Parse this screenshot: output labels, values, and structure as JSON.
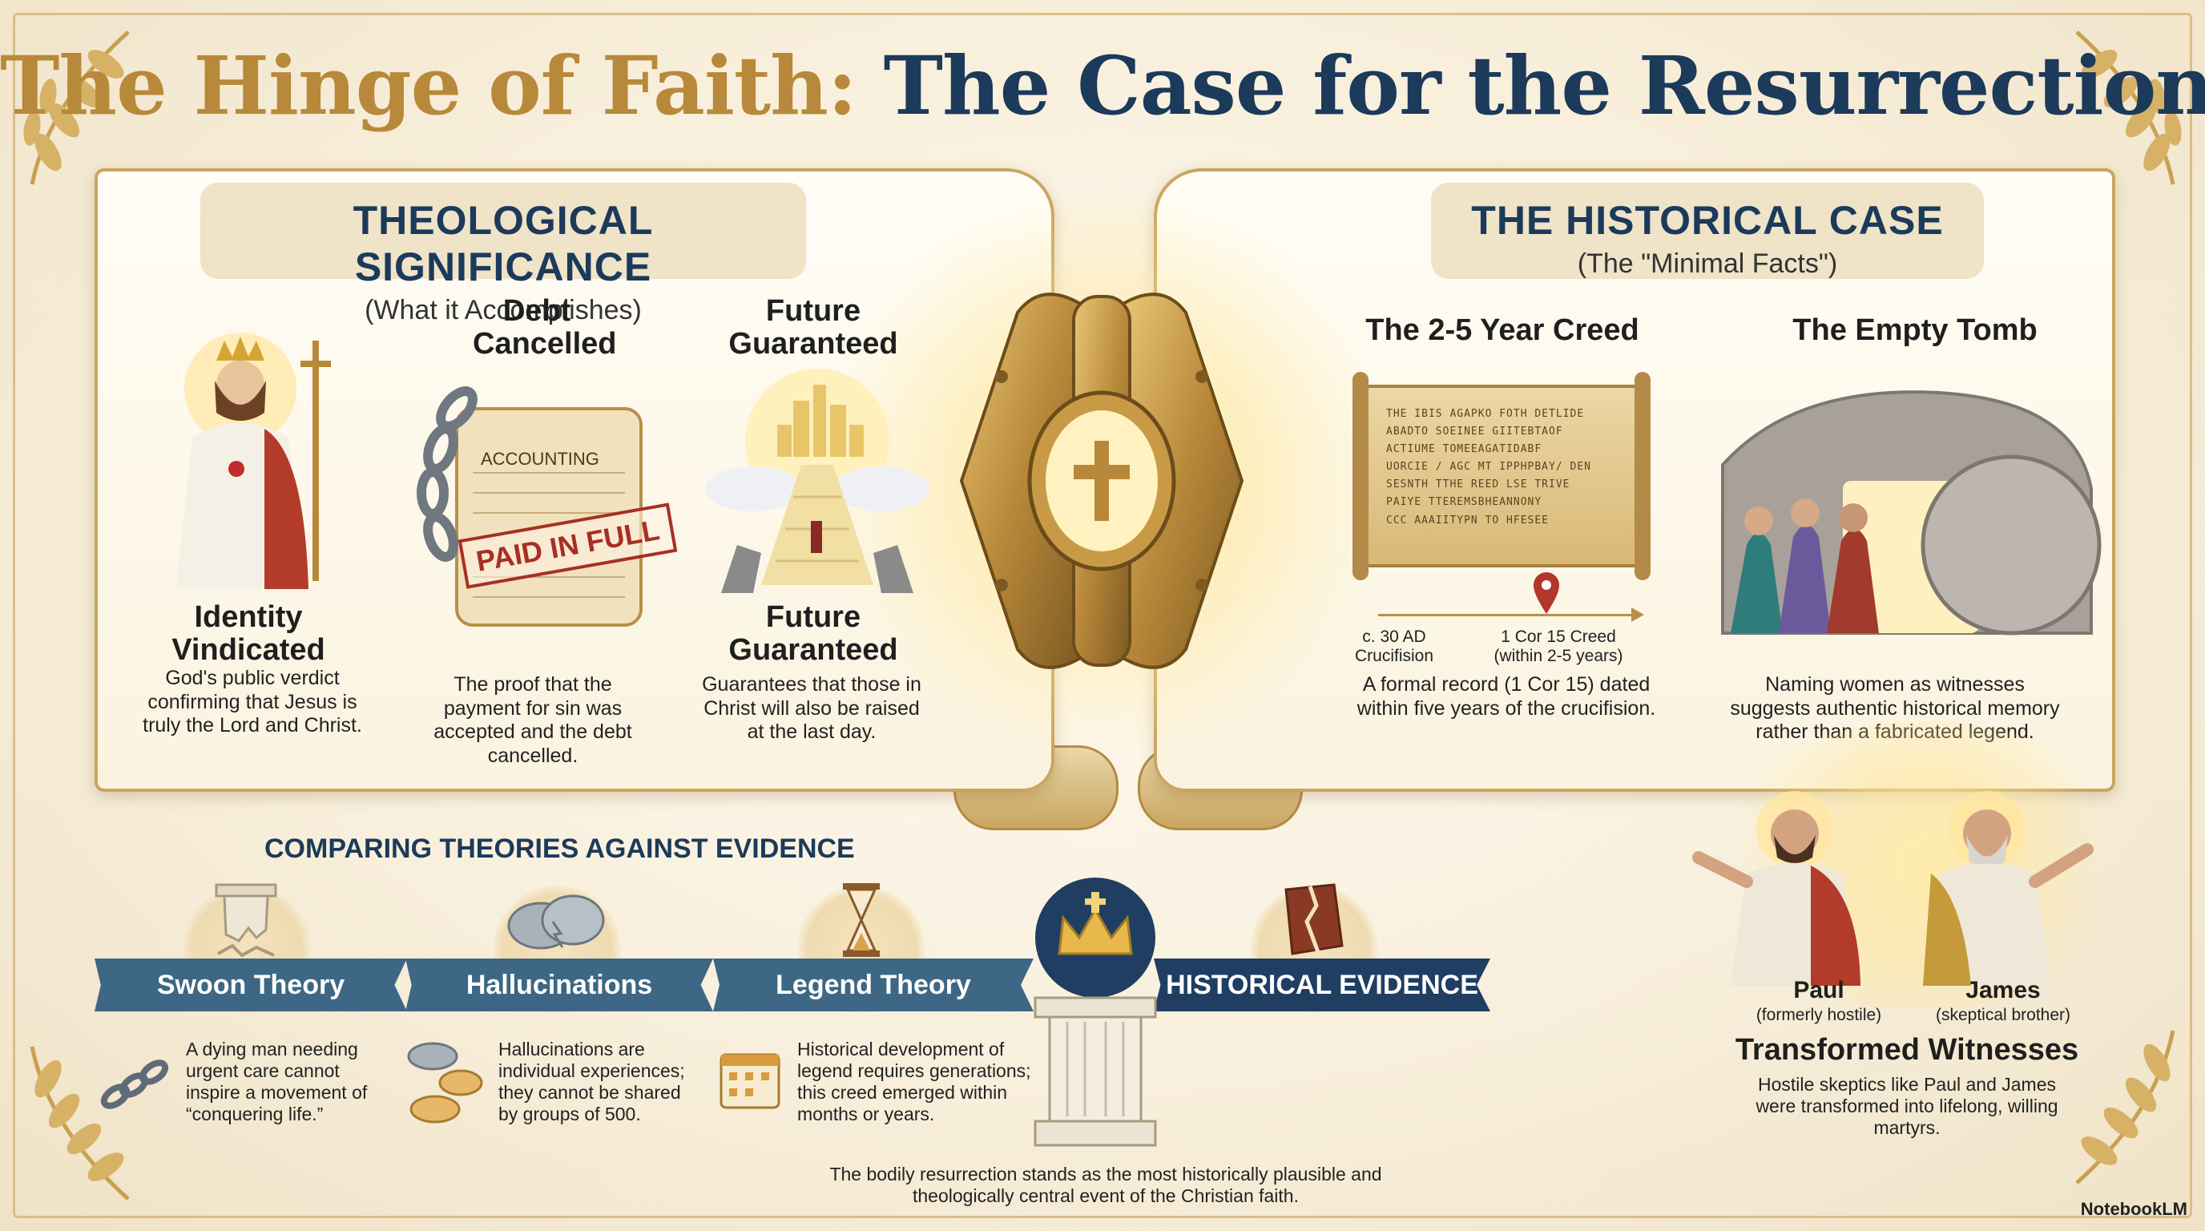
{
  "title": {
    "part1": "The Hinge of Faith:",
    "part2": "The Case for the Resurrection"
  },
  "left_page": {
    "header": "THEOLOGICAL SIGNIFICANCE",
    "subheader": "(What it Accomplishes)",
    "items": [
      {
        "title": "Identity Vindicated",
        "body": "God's public verdict confirming that Jesus is truly the Lord and Christ."
      },
      {
        "title": "Debt Cancelled",
        "body": "The proof that the payment for sin was accepted and the debt cancelled."
      },
      {
        "title": "Future Guaranteed",
        "body": "Guarantees that those in Christ will also be raised at the last day."
      }
    ],
    "ledger_title": "ACCOUNTING",
    "stamp": "PAID IN FULL"
  },
  "right_page": {
    "header": "THE HISTORICAL CASE",
    "subheader": "(The \"Minimal Facts\")",
    "creed": {
      "title": "The 2-5 Year Creed",
      "scroll_lines": [
        "THE IBIS AGAPKO FOTH DETLIDE",
        "ABADTO SOEINEE GIITEBTAOF",
        "ACTIUME TOMEEAGATIDABF",
        "UORCIE / AGC MT IPPHPBAY/ DEN",
        "SESNTH TTHE REED LSE TRIVE",
        "PAIYE TTEREMSBHEANNONY",
        "CCC AAAIITYPN TO HFESEE"
      ],
      "timeline_start": "c. 30 AD",
      "timeline_start_label": "Crucifision",
      "timeline_end": "1 Cor 15 Creed",
      "timeline_end_label": "(within 2-5 years)",
      "body": "A formal record (1 Cor 15) dated within five years of the crucifision."
    },
    "tomb": {
      "title": "The Empty Tomb",
      "body": "Naming women as witnesses suggests authentic historical memory rather than a fabricated legend."
    }
  },
  "theories": {
    "header": "COMPARING THEORIES AGAINST EVIDENCE",
    "items": [
      {
        "name": "Swoon Theory",
        "body": "A dying man needing urgent care cannot inspire a movement of “conquering life.”"
      },
      {
        "name": "Hallucinations",
        "body": "Hallucinations are individual experiences; they cannot be shared by groups of 500."
      },
      {
        "name": "Legend Theory",
        "body": "Historical development of legend requires generations; this creed emerged within months or years."
      },
      {
        "name": "HISTORICAL EVIDENCE"
      }
    ],
    "conclusion": "The bodily resurrection stands as the most historically plausible and theologically central event of the Christian faith."
  },
  "witnesses": {
    "people": [
      {
        "name": "Paul",
        "note": "(formerly hostile)"
      },
      {
        "name": "James",
        "note": "(skeptical brother)"
      }
    ],
    "title": "Transformed Witnesses",
    "body": "Hostile skeptics like Paul and James were transformed into lifelong, willing martyrs."
  },
  "credit": "NotebookLM",
  "colors": {
    "navy": "#1c3a5a",
    "gold": "#b8893a",
    "banner": "#3d6784",
    "parchment": "#fbf3df"
  }
}
